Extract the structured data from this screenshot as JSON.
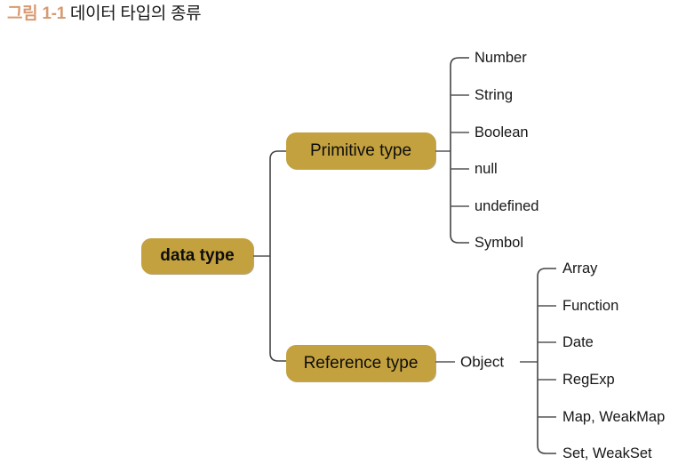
{
  "caption": {
    "number": "그림 1-1",
    "title": "데이터 타입의 종류"
  },
  "colors": {
    "node_fill": "#c3a13e",
    "caption_number": "#d79a72",
    "text": "#171717",
    "connector": "#555555",
    "background": "#ffffff"
  },
  "diagram": {
    "type": "tree",
    "root": {
      "label": "data type"
    },
    "branches": [
      {
        "label": "Primitive type",
        "leaves": [
          {
            "label": "Number"
          },
          {
            "label": "String"
          },
          {
            "label": "Boolean"
          },
          {
            "label": "null"
          },
          {
            "label": "undefined"
          },
          {
            "label": "Symbol"
          }
        ]
      },
      {
        "label": "Reference type",
        "intermediate": "Object",
        "leaves": [
          {
            "label": "Array"
          },
          {
            "label": "Function"
          },
          {
            "label": "Date"
          },
          {
            "label": "RegExp"
          },
          {
            "label": "Map, WeakMap"
          },
          {
            "label": "Set, WeakSet"
          }
        ]
      }
    ]
  }
}
